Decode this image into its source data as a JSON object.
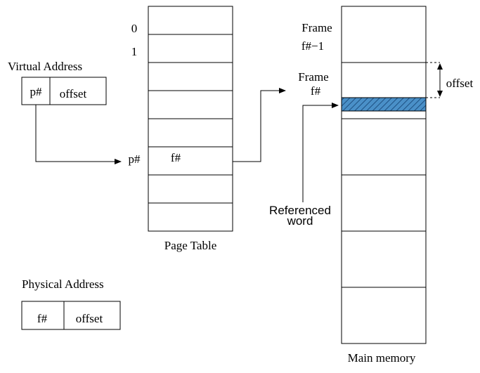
{
  "virtual_address": {
    "title": "Virtual Address",
    "page_field": "p#",
    "offset_field": "offset"
  },
  "page_table": {
    "label": "Page Table",
    "index_0": "0",
    "index_1": "1",
    "lookup_index": "p#",
    "entry_value": "f#"
  },
  "main_memory": {
    "label": "Main memory",
    "frame_prev_line1": "Frame",
    "frame_prev_line2": "f#−1",
    "frame_cur_line1": "Frame",
    "frame_cur_line2": "f#",
    "offset_label": "offset",
    "referenced_line1": "Referenced",
    "referenced_line2": "word",
    "highlight_color": "#4a90c8"
  },
  "physical_address": {
    "title": "Physical Address",
    "frame_field": "f#",
    "offset_field": "offset"
  }
}
